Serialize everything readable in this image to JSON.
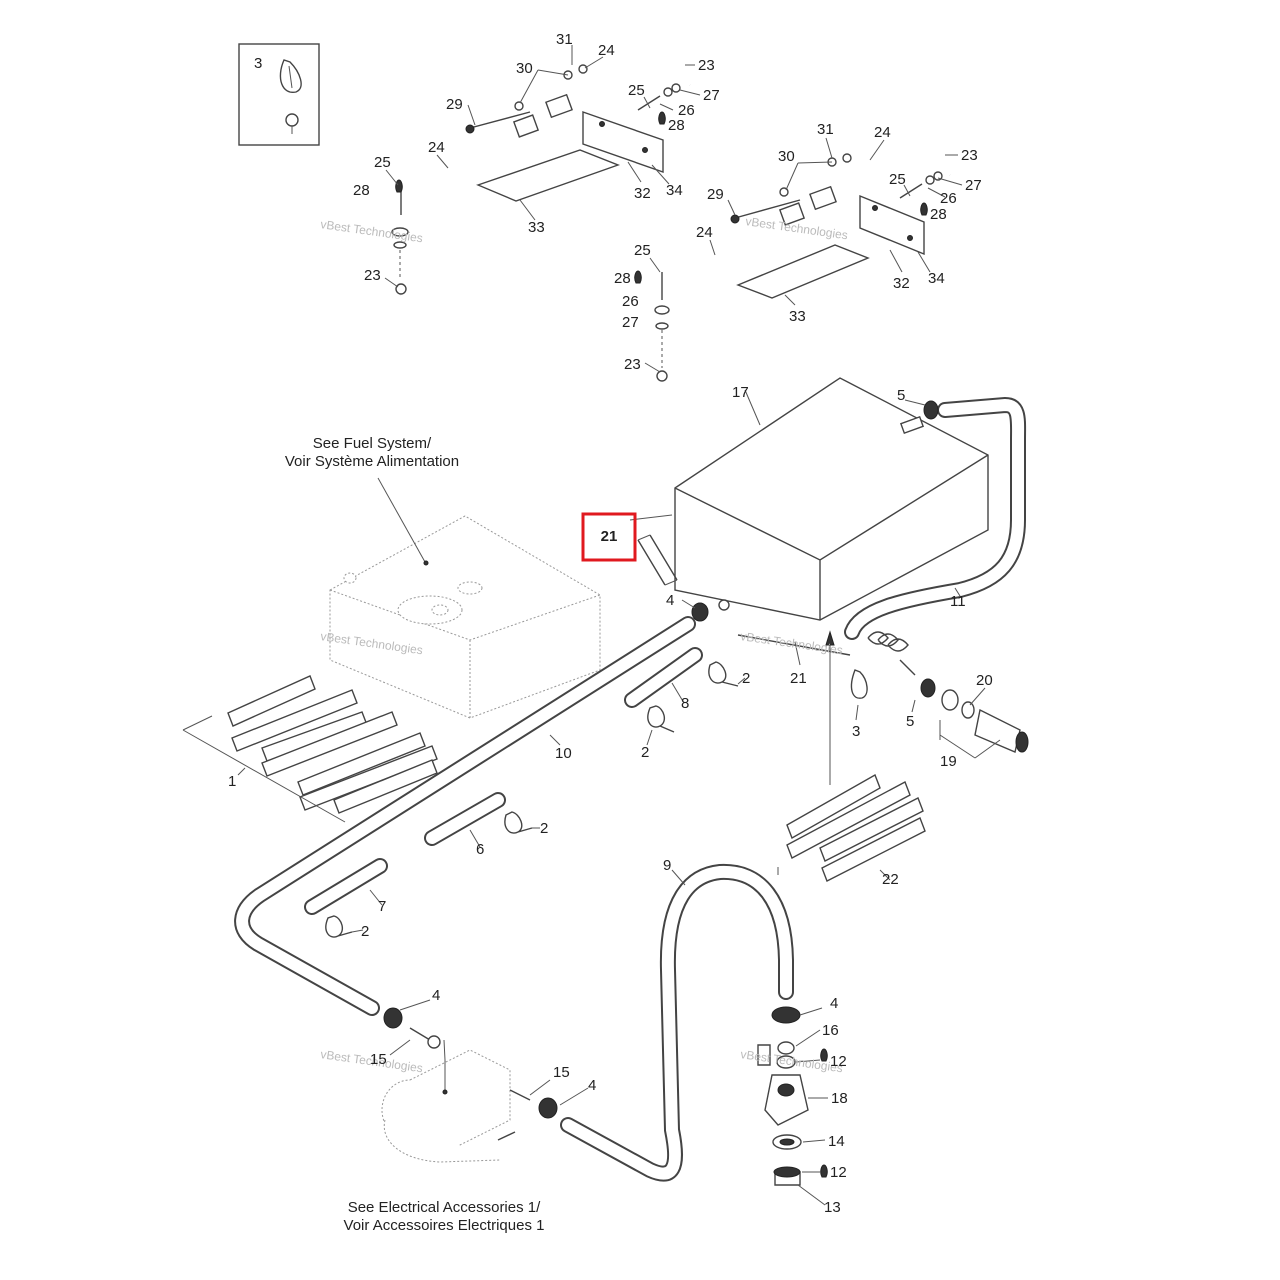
{
  "notes": {
    "fuel_system_line1": "See Fuel System/",
    "fuel_system_line2": "Voir Système Alimentation",
    "electrical_line1": "See Electrical Accessories 1/",
    "electrical_line2": "Voir Accessoires Electriques 1"
  },
  "watermark": "vBest Technologies",
  "highlight": {
    "label": "21",
    "color": "#e0191f"
  },
  "callouts": [
    {
      "id": "c3a",
      "text": "3"
    },
    {
      "id": "c31a",
      "text": "31"
    },
    {
      "id": "c24a",
      "text": "24"
    },
    {
      "id": "c30a",
      "text": "30"
    },
    {
      "id": "c23a",
      "text": "23"
    },
    {
      "id": "c29a",
      "text": "29"
    },
    {
      "id": "c25a",
      "text": "25"
    },
    {
      "id": "c26a",
      "text": "26"
    },
    {
      "id": "c27a",
      "text": "27"
    },
    {
      "id": "c28a",
      "text": "28"
    },
    {
      "id": "c24b",
      "text": "24"
    },
    {
      "id": "c25b",
      "text": "25"
    },
    {
      "id": "c28b",
      "text": "28"
    },
    {
      "id": "c32a",
      "text": "32"
    },
    {
      "id": "c34a",
      "text": "34"
    },
    {
      "id": "c33a",
      "text": "33"
    },
    {
      "id": "c23b",
      "text": "23"
    },
    {
      "id": "c31b",
      "text": "31"
    },
    {
      "id": "c24c",
      "text": "24"
    },
    {
      "id": "c30b",
      "text": "30"
    },
    {
      "id": "c23c",
      "text": "23"
    },
    {
      "id": "c25c",
      "text": "25"
    },
    {
      "id": "c27b",
      "text": "27"
    },
    {
      "id": "c29b",
      "text": "29"
    },
    {
      "id": "c26b",
      "text": "26"
    },
    {
      "id": "c28c",
      "text": "28"
    },
    {
      "id": "c24d",
      "text": "24"
    },
    {
      "id": "c32b",
      "text": "32"
    },
    {
      "id": "c34b",
      "text": "34"
    },
    {
      "id": "c25d",
      "text": "25"
    },
    {
      "id": "c28d",
      "text": "28"
    },
    {
      "id": "c26c",
      "text": "26"
    },
    {
      "id": "c27c",
      "text": "27"
    },
    {
      "id": "c33b",
      "text": "33"
    },
    {
      "id": "c23d",
      "text": "23"
    },
    {
      "id": "c17",
      "text": "17"
    },
    {
      "id": "c5a",
      "text": "5"
    },
    {
      "id": "c11",
      "text": "11"
    },
    {
      "id": "c4a",
      "text": "4"
    },
    {
      "id": "c21b",
      "text": "21"
    },
    {
      "id": "c2a",
      "text": "2"
    },
    {
      "id": "c8",
      "text": "8"
    },
    {
      "id": "c2b",
      "text": "2"
    },
    {
      "id": "c3b",
      "text": "3"
    },
    {
      "id": "c5b",
      "text": "5"
    },
    {
      "id": "c20",
      "text": "20"
    },
    {
      "id": "c19",
      "text": "19"
    },
    {
      "id": "c1",
      "text": "1"
    },
    {
      "id": "c10",
      "text": "10"
    },
    {
      "id": "c2c",
      "text": "2"
    },
    {
      "id": "c6",
      "text": "6"
    },
    {
      "id": "c22",
      "text": "22"
    },
    {
      "id": "c9",
      "text": "9"
    },
    {
      "id": "c7",
      "text": "7"
    },
    {
      "id": "c2d",
      "text": "2"
    },
    {
      "id": "c4b",
      "text": "4"
    },
    {
      "id": "c4c",
      "text": "4"
    },
    {
      "id": "c16",
      "text": "16"
    },
    {
      "id": "c15a",
      "text": "15"
    },
    {
      "id": "c12a",
      "text": "12"
    },
    {
      "id": "c15b",
      "text": "15"
    },
    {
      "id": "c4d",
      "text": "4"
    },
    {
      "id": "c18",
      "text": "18"
    },
    {
      "id": "c14",
      "text": "14"
    },
    {
      "id": "c12b",
      "text": "12"
    },
    {
      "id": "c13",
      "text": "13"
    }
  ]
}
